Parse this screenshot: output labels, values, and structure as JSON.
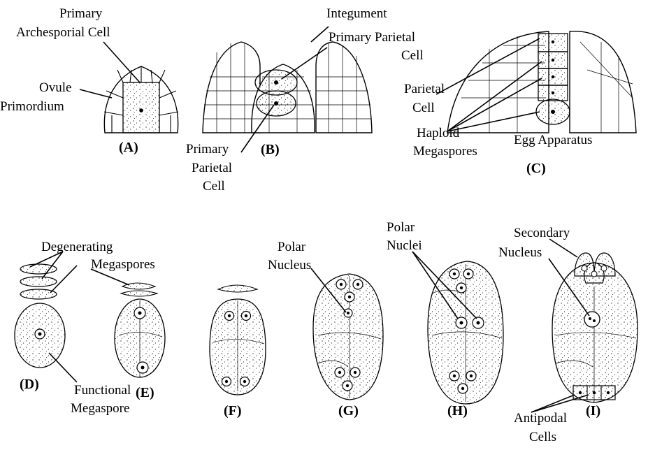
{
  "panels": [
    {
      "id": "A",
      "label": "(A)"
    },
    {
      "id": "B",
      "label": "(B)"
    },
    {
      "id": "C",
      "label": "(C)"
    },
    {
      "id": "D",
      "label": "(D)"
    },
    {
      "id": "E",
      "label": "(E)"
    },
    {
      "id": "F",
      "label": "(F)"
    },
    {
      "id": "G",
      "label": "(G)"
    },
    {
      "id": "H",
      "label": "(H)"
    },
    {
      "id": "I",
      "label": "(I)"
    }
  ],
  "labels": {
    "primary_archesporial_cell": [
      "Primary",
      "Archesporial Cell"
    ],
    "ovule_primordium": [
      "Ovule",
      "Primordium"
    ],
    "integument": "Integument",
    "primary_parietal_cell_top": [
      "Primary Parietal",
      "Cell"
    ],
    "primary_parietal_cell_bottom": [
      "Primary",
      "Parietal",
      "Cell"
    ],
    "parietal_cell": [
      "Parietal",
      "Cell"
    ],
    "haploid_megaspores": [
      "Haploid",
      "Megaspores"
    ],
    "egg_apparatus": "Egg Apparatus",
    "degenerating_megaspores": [
      "Degenerating",
      "Megaspores"
    ],
    "functional_megaspore": [
      "Functional",
      "Megaspore"
    ],
    "polar_nucleus": [
      "Polar",
      "Nucleus"
    ],
    "polar_nuclei": [
      "Polar",
      "Nuclei"
    ],
    "secondary_nucleus": [
      "Secondary",
      "Nucleus"
    ],
    "antipodal_cells": [
      "Antipodal",
      "Cells"
    ]
  }
}
